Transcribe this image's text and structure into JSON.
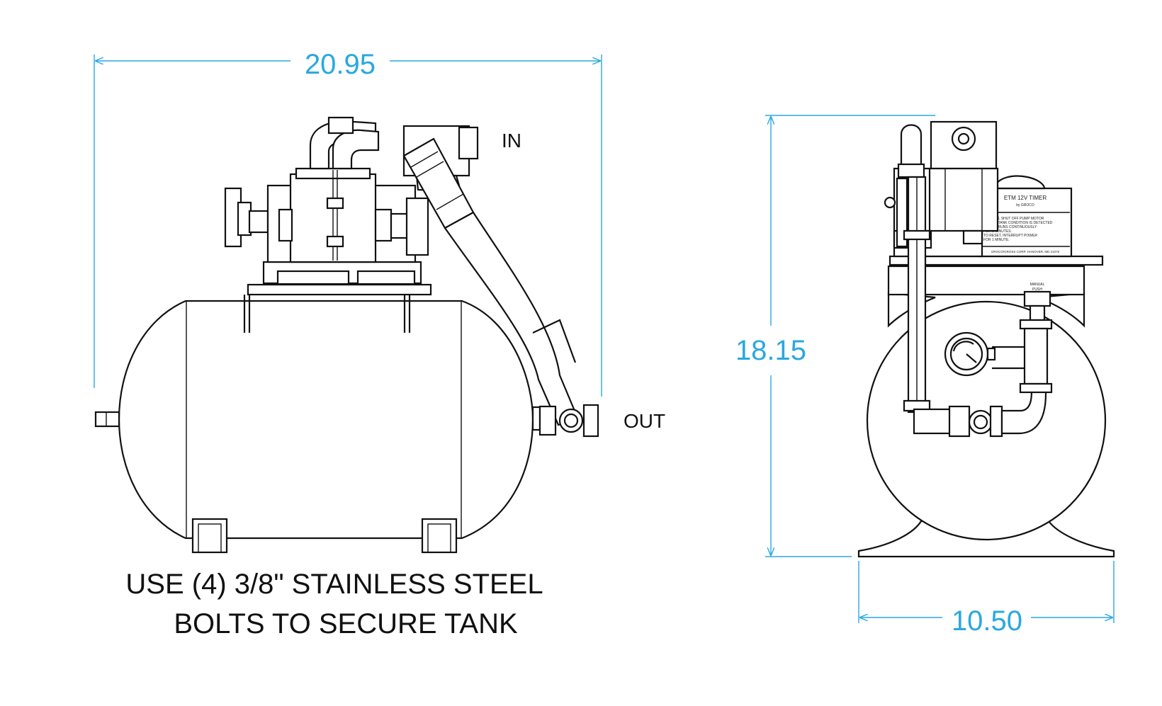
{
  "colors": {
    "dimension": "#29a8e0",
    "outline": "#111111",
    "background": "#ffffff"
  },
  "dimensions": {
    "length": "20.95",
    "height": "18.15",
    "width": "10.50"
  },
  "ports": {
    "inlet": "IN",
    "outlet": "OUT"
  },
  "note": {
    "line1": "USE (4) 3/8\" STAINLESS STEEL",
    "line2": "BOLTS TO SECURE TANK"
  },
  "timer_label": {
    "title": "ETM 12V TIMER",
    "brand": "by GROCO",
    "body": [
      "ETM WILL SHUT OFF PUMP MOTOR",
      "ON DRY TANK CONDITION IS DETECTED",
      "OR IF IT RUNS CONTINUOUSLY",
      "FOR 1 MINUTES.",
      "TO RESET, INTERRUPT POWER",
      "FOR 1 MINUTE."
    ],
    "footer": "GROCO/GROSS CORP. HANOVER, MD 21076"
  },
  "switch_label": [
    "MANUAL",
    "PUSH"
  ]
}
